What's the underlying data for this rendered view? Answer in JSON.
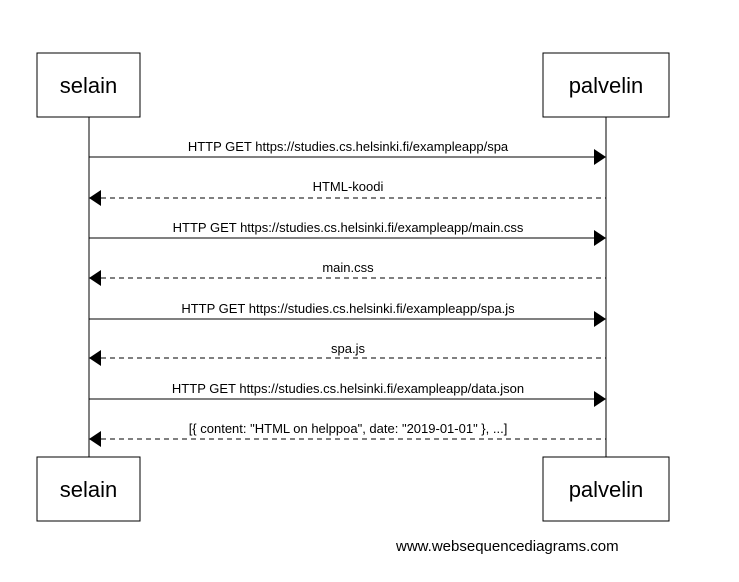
{
  "participants": {
    "browser": "selain",
    "server": "palvelin"
  },
  "messages": [
    {
      "text": "HTTP GET https://studies.cs.helsinki.fi/exampleapp/spa",
      "direction": "browser-to-server",
      "style": "solid"
    },
    {
      "text": "HTML-koodi",
      "direction": "server-to-browser",
      "style": "dashed"
    },
    {
      "text": "HTTP GET https://studies.cs.helsinki.fi/exampleapp/main.css",
      "direction": "browser-to-server",
      "style": "solid"
    },
    {
      "text": "main.css",
      "direction": "server-to-browser",
      "style": "dashed"
    },
    {
      "text": "HTTP GET https://studies.cs.helsinki.fi/exampleapp/spa.js",
      "direction": "browser-to-server",
      "style": "solid"
    },
    {
      "text": "spa.js",
      "direction": "server-to-browser",
      "style": "dashed"
    },
    {
      "text": "HTTP GET https://studies.cs.helsinki.fi/exampleapp/data.json",
      "direction": "browser-to-server",
      "style": "solid"
    },
    {
      "text": "[{ content: \"HTML on helppoa\", date: \"2019-01-01\" }, ...]",
      "direction": "server-to-browser",
      "style": "dashed"
    }
  ],
  "watermark": "www.websequencediagrams.com"
}
